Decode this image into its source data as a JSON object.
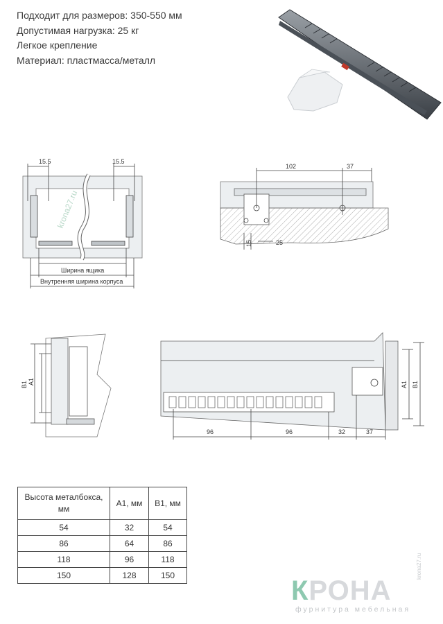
{
  "specs": [
    "Подходит для размеров: 350-550 мм",
    "Допустимая нагрузка: 25 кг",
    "Легкое крепление",
    "Материал: пластмасса/металл"
  ],
  "front_view": {
    "dim_left": "15.5",
    "dim_right": "15.5",
    "watermark": "krona27.ru",
    "label_box_width": "Ширина ящика",
    "label_inner_width": "Внутренняя ширина корпуса"
  },
  "side_detail": {
    "dim_102": "102",
    "dim_37": "37",
    "dim_15": "15",
    "dim_25": "25"
  },
  "side_view": {
    "dim_b1": "B1",
    "dim_a1": "A1"
  },
  "long_view": {
    "dim_96a": "96",
    "dim_96b": "96",
    "dim_32": "32",
    "dim_37": "37",
    "dim_a1": "A1",
    "dim_b1": "B1"
  },
  "table": {
    "headers": [
      "Высота металбокса, мм",
      "A1, мм",
      "B1, мм"
    ],
    "rows": [
      [
        "54",
        "32",
        "54"
      ],
      [
        "86",
        "64",
        "86"
      ],
      [
        "118",
        "96",
        "118"
      ],
      [
        "150",
        "128",
        "150"
      ]
    ]
  },
  "logo": {
    "first_letter": "К",
    "rest": "РОНА",
    "tagline": "фурнитура мебельная",
    "site": "krona27.ru"
  }
}
